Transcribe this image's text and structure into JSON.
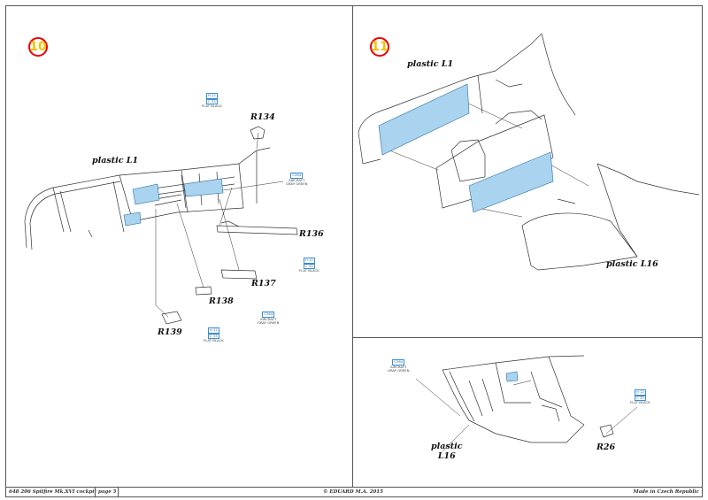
{
  "steps": [
    {
      "number": "10"
    },
    {
      "number": "11"
    }
  ],
  "labels": {
    "step10_plastic": "plastic L1",
    "step11_plastic_l1": "plastic L1",
    "step11_plastic_l16": "plastic L16",
    "step12_plastic_a": "plastic",
    "step12_plastic_b": "L16",
    "r134": "R134",
    "r136": "R136",
    "r137": "R137",
    "r138": "R138",
    "r139": "R139",
    "r26": "R26"
  },
  "color_callouts": {
    "flat_black": {
      "codes": "H 12",
      "code2": "C 33",
      "name": "FLAT BLACK"
    },
    "aircraft_gray_green": {
      "code": "C364",
      "name_line1": "AIRCRAFT",
      "name_line2": "GRAY GREEN"
    }
  },
  "footer": {
    "catalog": "648 206  Spitfire Mk.XVI cockpit",
    "page": "page 5",
    "copyright": "© EDUARD  M.A. 2015",
    "made_in": "Made in Czech Republic"
  },
  "colors": {
    "border": "#555555",
    "step_ring": "#ee0000",
    "step_number": "#f2c200",
    "photoetch_fill": "#a9d3ee",
    "callout_blue": "#3a8fd0"
  }
}
